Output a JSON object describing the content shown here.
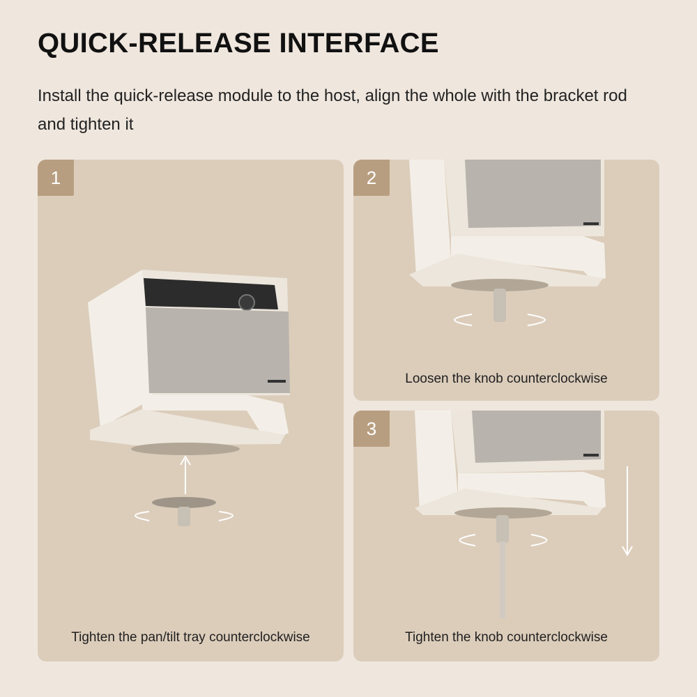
{
  "header": {
    "title": "QUICK-RELEASE INTERFACE",
    "subtitle": "Install the quick-release module to the host, align the whole with the bracket rod and tighten it"
  },
  "steps": [
    {
      "number": "1",
      "caption": "Tighten the pan/tilt tray counterclockwise"
    },
    {
      "number": "2",
      "caption": "Loosen the knob counterclockwise"
    },
    {
      "number": "3",
      "caption": "Tighten the knob counterclockwise"
    }
  ],
  "colors": {
    "page_bg": "#efe7de",
    "panel_bg": "#dccdbb",
    "badge_bg": "#b89e80",
    "device_body": "#f1ece4",
    "device_grille": "#b7b3ad"
  }
}
